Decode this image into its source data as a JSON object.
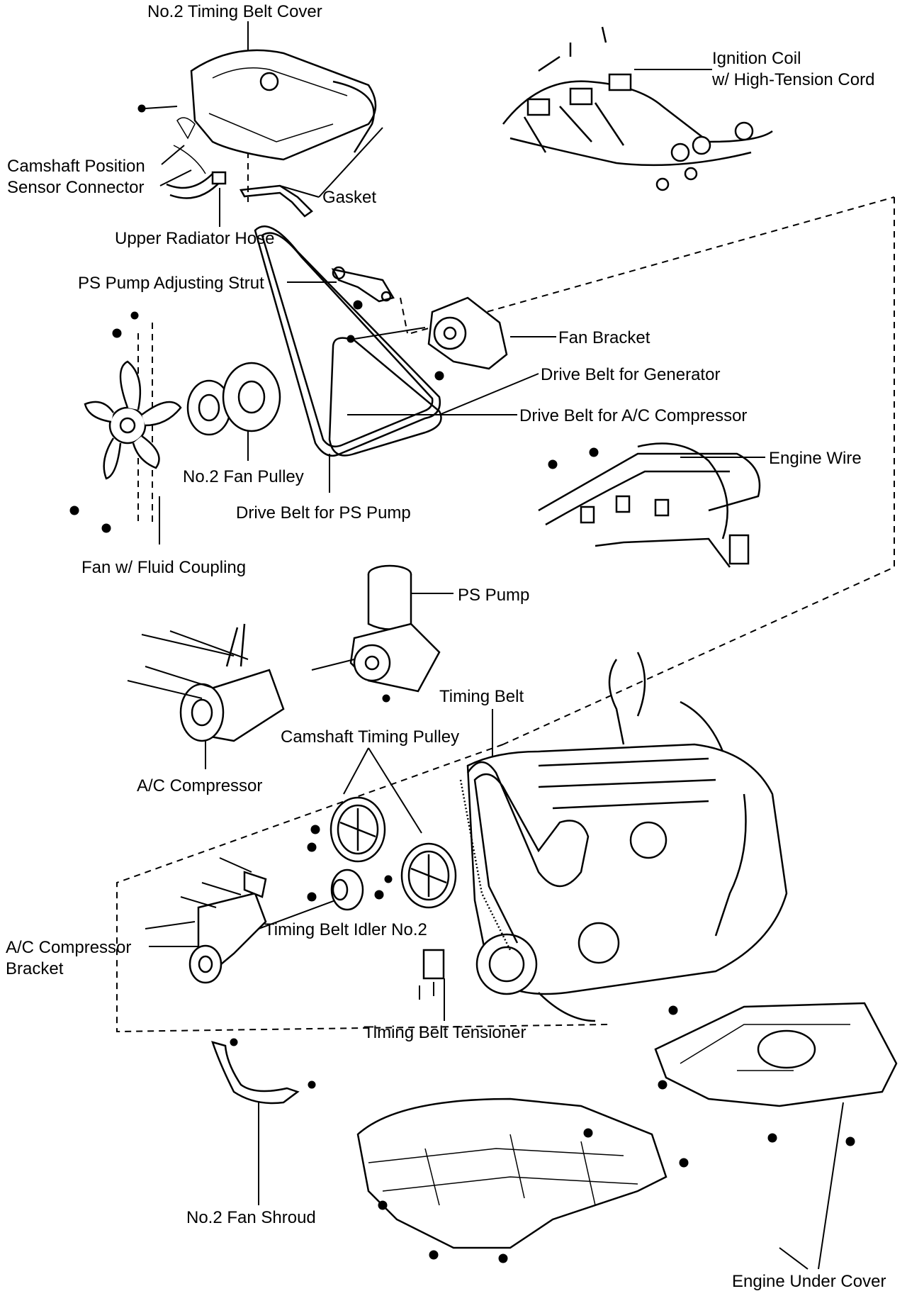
{
  "labels": {
    "timing_belt_cover": "No.2 Timing Belt Cover",
    "ignition_coil_1": "Ignition Coil",
    "ignition_coil_2": "w/ High-Tension Cord",
    "camshaft_sensor_1": "Camshaft Position",
    "camshaft_sensor_2": "Sensor Connector",
    "gasket": "Gasket",
    "upper_radiator_hose": "Upper Radiator Hose",
    "ps_pump_strut": "PS Pump Adjusting Strut",
    "fan_bracket": "Fan Bracket",
    "drive_belt_generator": "Drive Belt for Generator",
    "drive_belt_ac": "Drive Belt for A/C Compressor",
    "engine_wire": "Engine Wire",
    "fan_pulley": "No.2 Fan Pulley",
    "drive_belt_ps": "Drive Belt for PS Pump",
    "fan_fluid_coupling": "Fan w/ Fluid Coupling",
    "ps_pump": "PS Pump",
    "timing_belt": "Timing Belt",
    "camshaft_timing_pulley": "Camshaft Timing Pulley",
    "ac_compressor": "A/C Compressor",
    "ac_bracket_1": "A/C Compressor",
    "ac_bracket_2": "Bracket",
    "timing_belt_idler": "Timing Belt Idler No.2",
    "timing_belt_tensioner": "Timing Belt Tensioner",
    "fan_shroud": "No.2 Fan Shroud",
    "engine_under_cover": "Engine Under Cover"
  }
}
